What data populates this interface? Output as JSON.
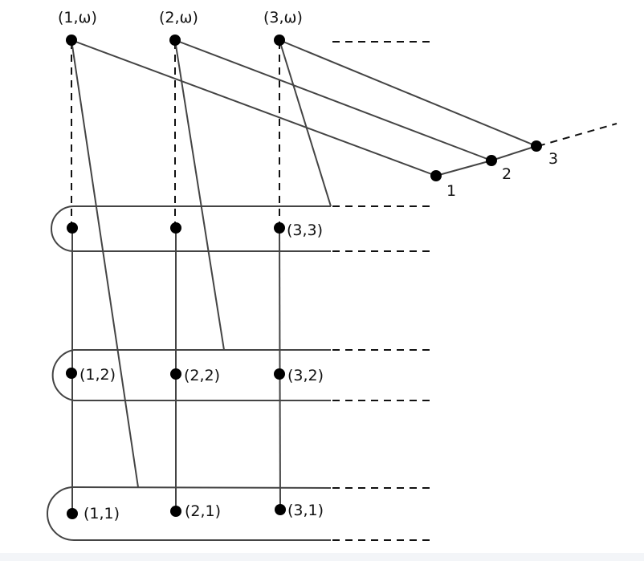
{
  "diagram": {
    "labels": {
      "omega1": "(1,ω)",
      "omega2": "(2,ω)",
      "omega3": "(3,ω)",
      "p33": "(3,3)",
      "p12": "(1,2)",
      "p22": "(2,2)",
      "p32": "(3,2)",
      "p11": "(1,1)",
      "p21": "(2,1)",
      "p31": "(3,1)",
      "n1": "1",
      "n2": "2",
      "n3": "3"
    },
    "colors": {
      "line": "#444444",
      "node": "#000000",
      "dash": "#111111",
      "background": "#ffffff"
    }
  }
}
